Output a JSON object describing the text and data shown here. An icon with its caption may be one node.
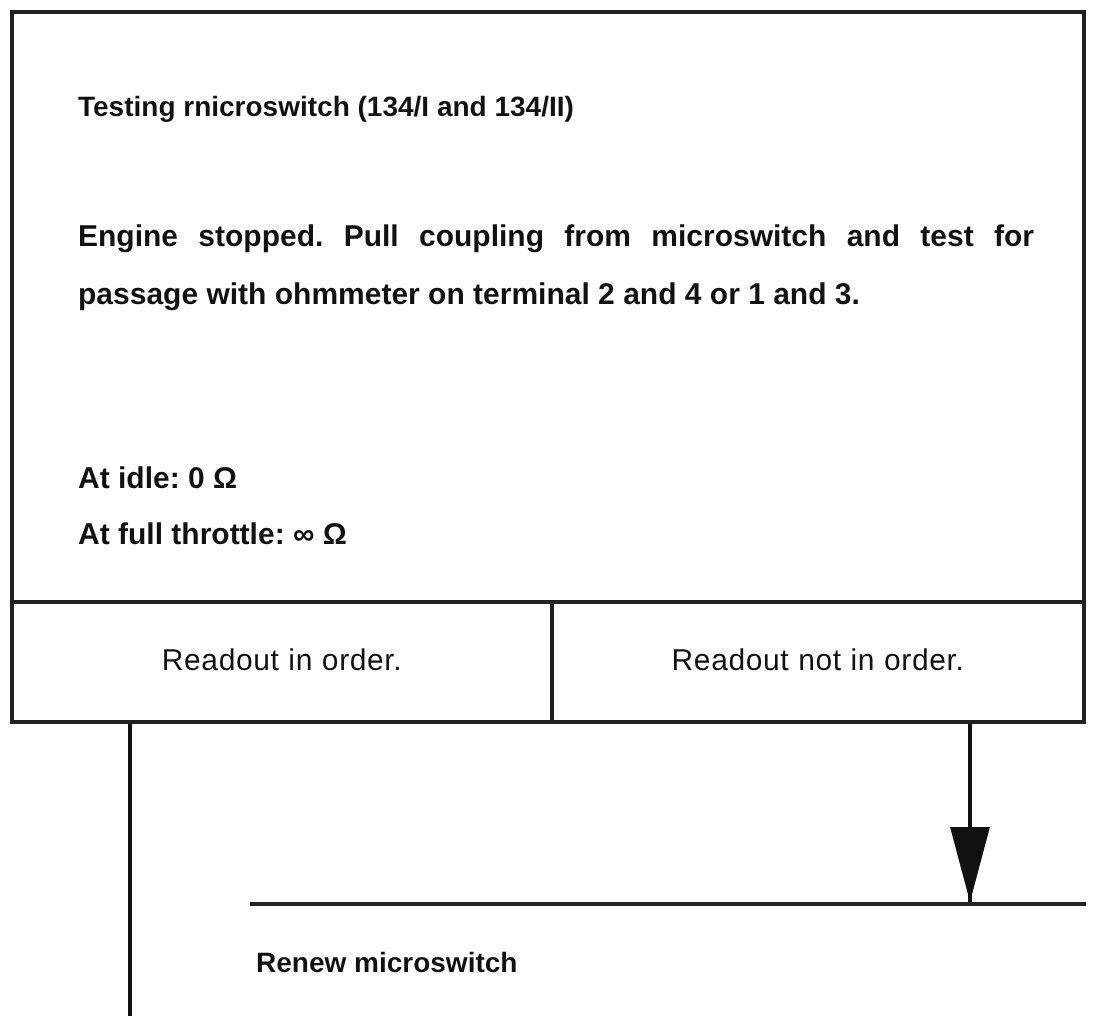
{
  "diagram": {
    "nodes": [
      {
        "text": [
          "Testing rnicroswitch (134/I and 134/II)",
          "Engine stopped. Pull coupling from microswitch and test for passage with ohmmeter on terminal 2 and 4 or 1 and 3.",
          "At idle: 0 Ω",
          "At full throttle: ∞ Ω"
        ]
      },
      {
        "text": [
          "Readout in order."
        ]
      },
      {
        "text": [
          "Readout not in order."
        ]
      },
      {
        "text": [
          "Renew microswitch"
        ]
      }
    ],
    "edges": [
      {
        "from": 1,
        "to": null,
        "arrow": "none"
      },
      {
        "from": 2,
        "to": 3,
        "arrow": "to"
      }
    ]
  }
}
